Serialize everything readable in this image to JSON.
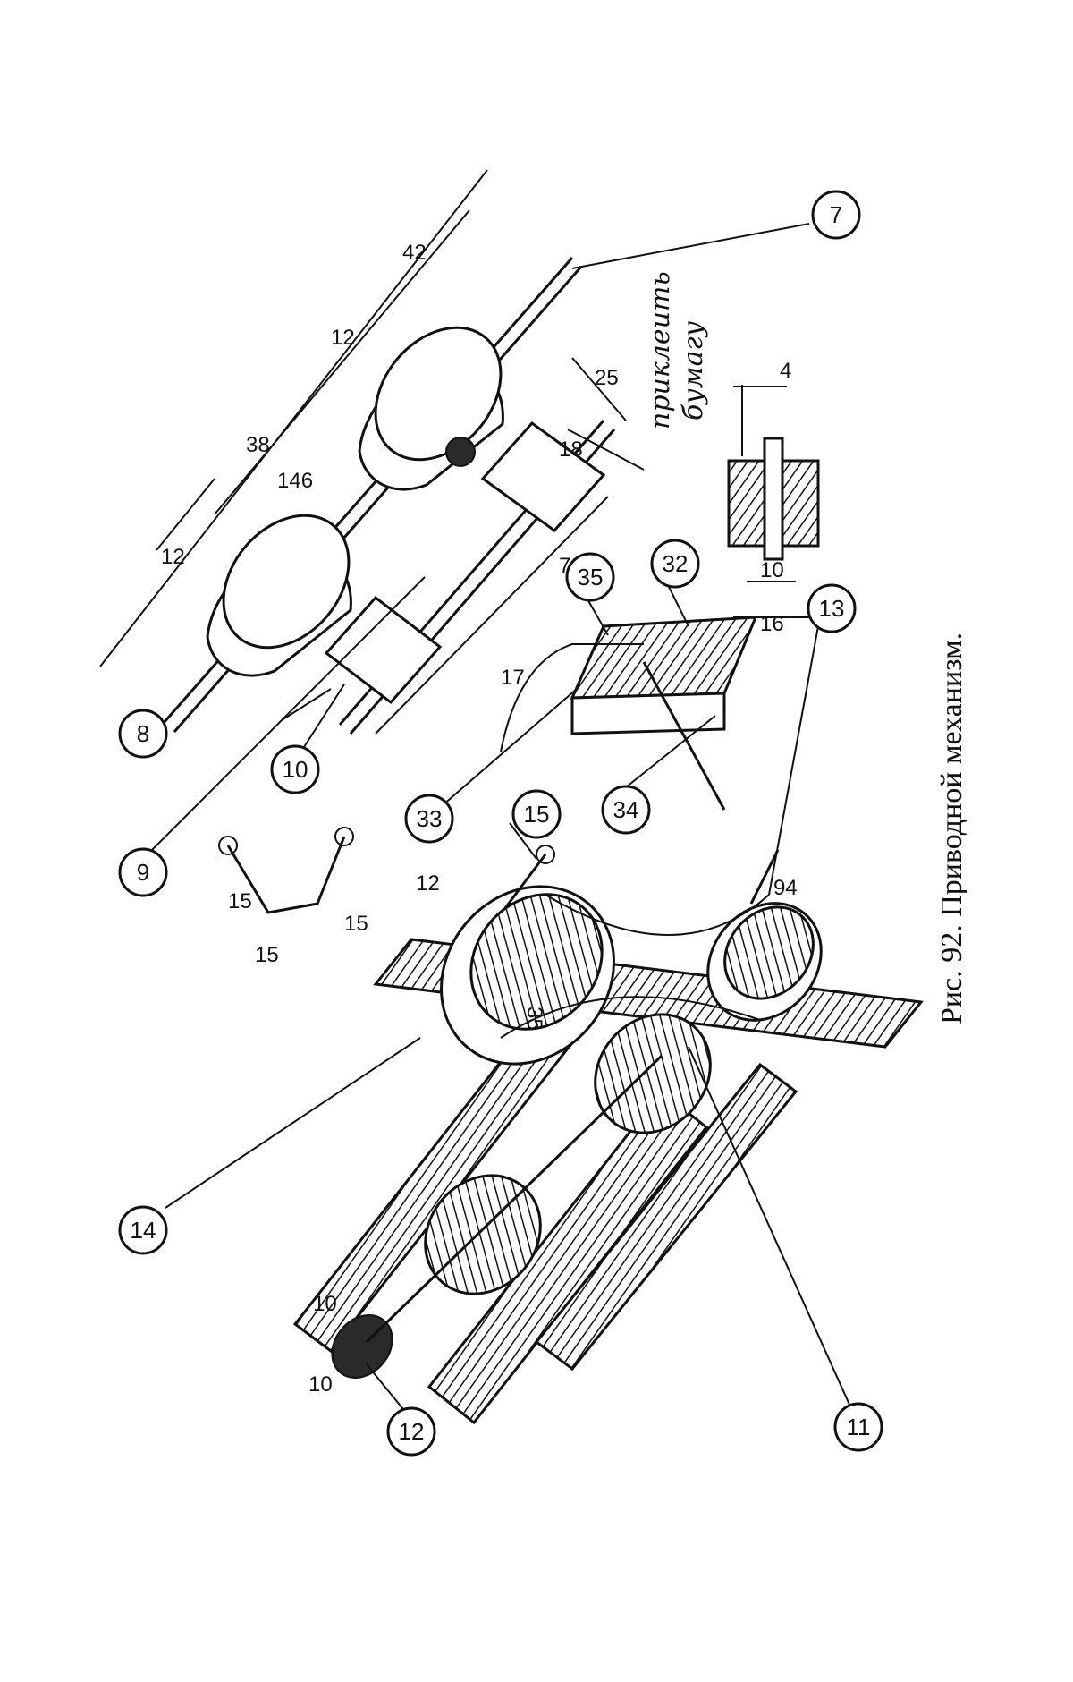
{
  "caption": "Рис. 92. Приводной механизм.",
  "note": {
    "line1": "приклеить",
    "line2": "бумагу"
  },
  "callouts": {
    "c7": "7",
    "c8": "8",
    "c9": "9",
    "c10": "10",
    "c11": "11",
    "c12": "12",
    "c13": "13",
    "c14": "14",
    "c15": "15",
    "c32": "32",
    "c33": "33",
    "c34": "34",
    "c35": "35"
  },
  "dimensions": {
    "d42": "42",
    "d12a": "12",
    "d38": "38",
    "d146": "146",
    "d12b": "12",
    "d25": "25",
    "d18": "18",
    "d70": "70",
    "d17": "17",
    "d4": "4",
    "d10a": "10",
    "d16": "16",
    "d94": "94",
    "d15a": "15",
    "d15b": "15",
    "d15c": "15",
    "d12c": "12",
    "d35": "35",
    "d10b": "10",
    "d10c": "10"
  }
}
